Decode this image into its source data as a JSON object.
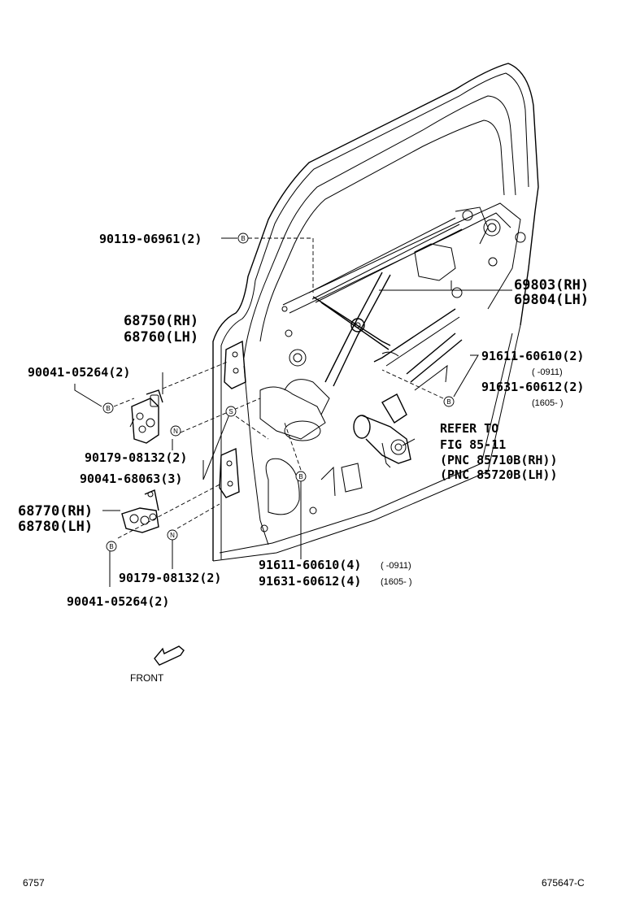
{
  "callouts": {
    "p1": "90119-06961(2)",
    "p2a": "69803(RH)",
    "p2b": "69804(LH)",
    "p3a": "68750(RH)",
    "p3b": "68760(LH)",
    "p4": "90041-05264(2)",
    "p5a": "91611-60610(2)",
    "p5b": "(    -0911)",
    "p5c": "91631-60612(2)",
    "p5d": "(1605-    )",
    "p6a": "REFER TO",
    "p6b": "FIG 85-11",
    "p6c": "(PNC 85710B(RH))",
    "p6d": "(PNC 85720B(LH))",
    "p7": "90179-08132(2)",
    "p8": "90041-68063(3)",
    "p9a": "68770(RH)",
    "p9b": "68780(LH)",
    "p10a": "91611-60610(4)",
    "p10b": "(    -0911)",
    "p10c": "91631-60612(4)",
    "p10d": "(1605-    )",
    "p11": "90179-08132(2)",
    "p12": "90041-05264(2)"
  },
  "markers": {
    "b": "B",
    "n": "N",
    "s": "S"
  },
  "front_label": "FRONT",
  "footer": {
    "left": "6757",
    "right": "675647-C"
  }
}
